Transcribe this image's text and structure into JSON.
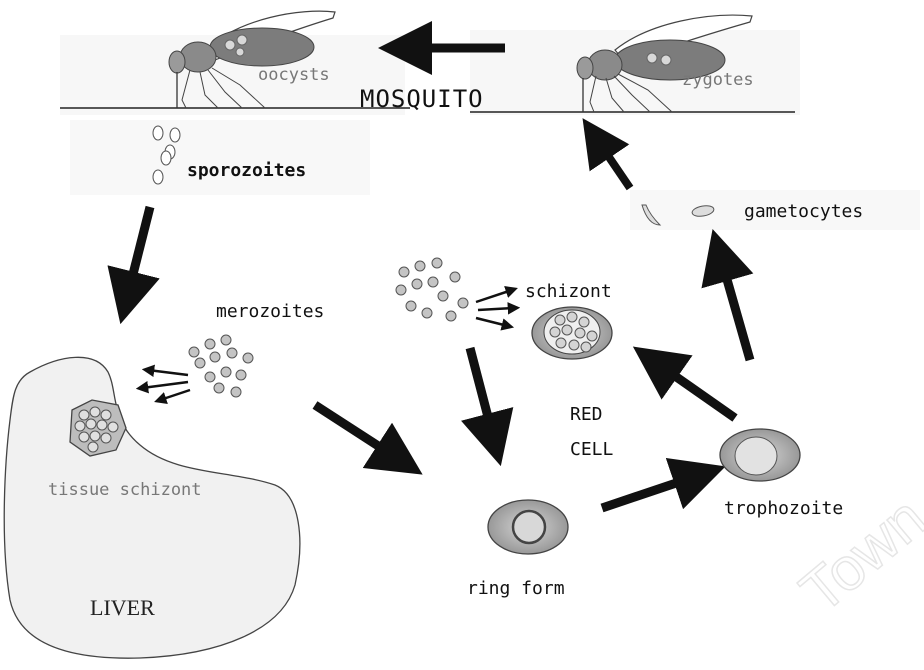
{
  "diagram": {
    "mosquito_label": "MOSQUITO",
    "oocysts_label": "oocysts",
    "zygotes_label": "zygotes",
    "sporozoites_label": "sporozoites",
    "gametocytes_label": "gametocytes",
    "merozoites_label": "merozoites",
    "schizont_label": "schizont",
    "red_cell_line1": "RED",
    "red_cell_line2": "CELL",
    "tissue_schizont_label": "tissue schizont",
    "trophozoite_label": "trophozoite",
    "ring_form_label": "ring form",
    "liver_label": "LIVER",
    "watermark": "Town"
  },
  "colors": {
    "arrow": "#111111",
    "cell_fill": "#9a9a9a",
    "cell_inner": "#cfcfcf",
    "wing": "#777777",
    "parasite": "#bdbdbd",
    "liver_fill": "#f1f1f1"
  }
}
